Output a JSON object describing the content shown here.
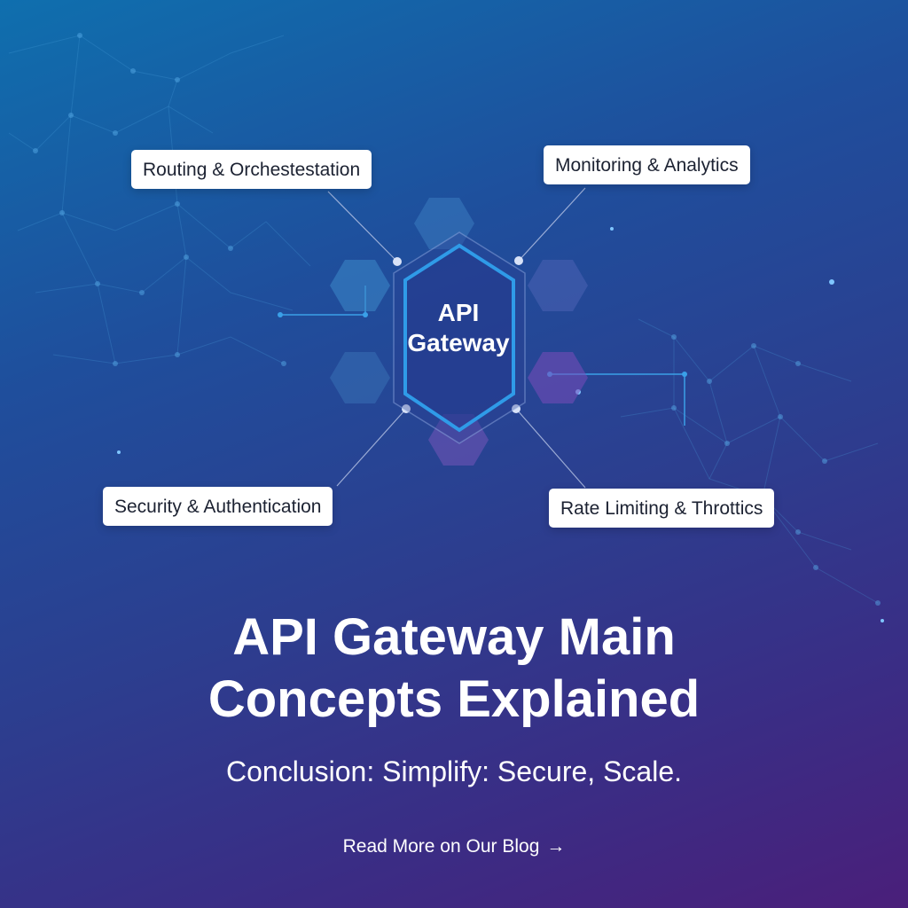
{
  "center": {
    "line1": "API",
    "line2": "Gateway"
  },
  "labels": {
    "routing": "Routing & Orchestestation",
    "monitoring": "Monitoring & Analytics",
    "security": "Security & Authentication",
    "rate": "Rate Limiting & Throttics"
  },
  "headline": {
    "line1": "API Gateway Main",
    "line2": "Concepts Explained"
  },
  "subline": "Conclusion: Simplify: Secure, Scale.",
  "cta": {
    "text": "Read More on Our Blog",
    "arrow": "→"
  },
  "colors": {
    "background_top": "#0f6fae",
    "background_bottom": "#4a1f7a",
    "hex_stroke": "#2f9be8",
    "hex_fill_blue": "#2f6fb0",
    "hex_fill_purple": "#6a4fb4",
    "label_bg": "#ffffff",
    "label_text": "#1c2232"
  }
}
